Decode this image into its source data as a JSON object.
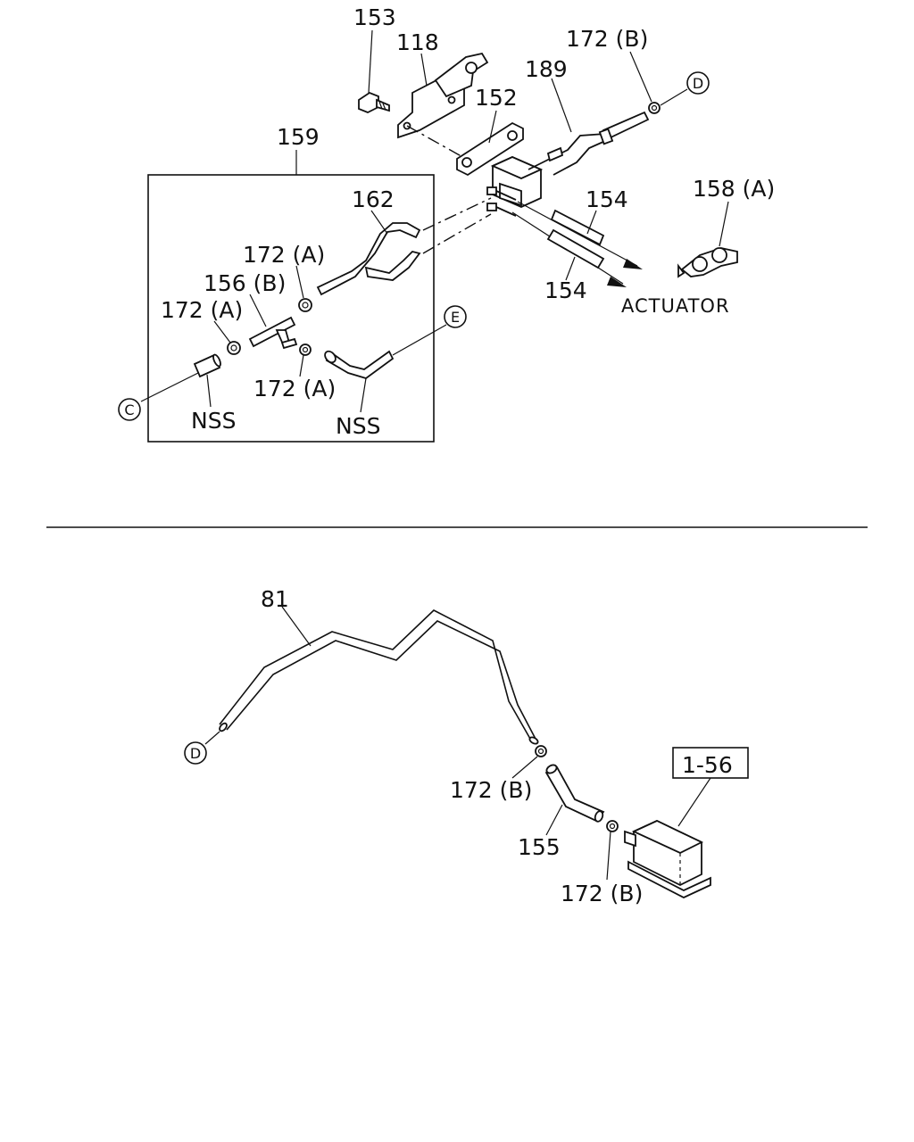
{
  "labels": {
    "p153": "153",
    "p118": "118",
    "p172b_top": "172 (B)",
    "p189": "189",
    "p152": "152",
    "p159": "159",
    "p162": "162",
    "p154_a": "154",
    "p154_b": "154",
    "p158a": "158 (A)",
    "actuator": "ACTUATOR",
    "p172a_1": "172 (A)",
    "p156b": "156 (B)",
    "p172a_2": "172 (A)",
    "p172a_3": "172 (A)",
    "nss_1": "NSS",
    "nss_2": "NSS",
    "p81": "81",
    "p172b_mid": "172 (B)",
    "p155": "155",
    "p172b_bot": "172 (B)",
    "ref_1_56": "1-56"
  },
  "markers": {
    "c": "C",
    "d_top": "D",
    "e": "E",
    "d_bottom": "D"
  }
}
